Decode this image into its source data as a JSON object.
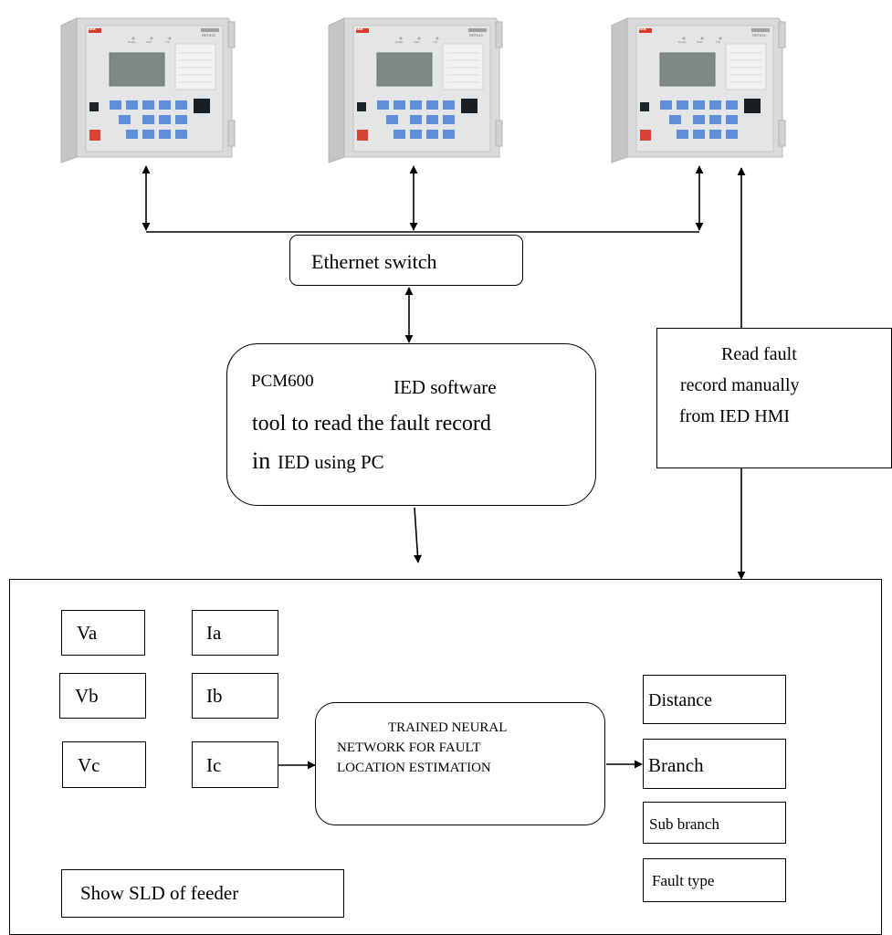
{
  "devices": [
    {
      "brand": "ABB",
      "model": "REF615"
    },
    {
      "brand": "ABB",
      "model": "REF615"
    },
    {
      "brand": "ABB",
      "model": "REF615"
    }
  ],
  "device_leds": [
    "Ready",
    "Start",
    "Trip"
  ],
  "switch_label": "Ethernet switch",
  "pcm": {
    "line1_a": "PCM600",
    "line1_b": "IED software",
    "line2": "tool to read the fault record",
    "line3_a": "in",
    "line3_b": "IED using PC"
  },
  "manual": {
    "line1": "Read fault",
    "line2": "record manually",
    "line3": "from IED HMI"
  },
  "inputs": {
    "va": "Va",
    "vb": "Vb",
    "vc": "Vc",
    "ia": "Ia",
    "ib": "Ib",
    "ic": "Ic"
  },
  "nn": {
    "line1": "TRAINED NEURAL",
    "line2": "NETWORK FOR FAULT",
    "line3": "LOCATION ESTIMATION"
  },
  "outputs": {
    "distance": "Distance",
    "branch": "Branch",
    "sub_branch": "Sub branch",
    "fault_type": "Fault type"
  },
  "sld_label": "Show SLD of feeder"
}
